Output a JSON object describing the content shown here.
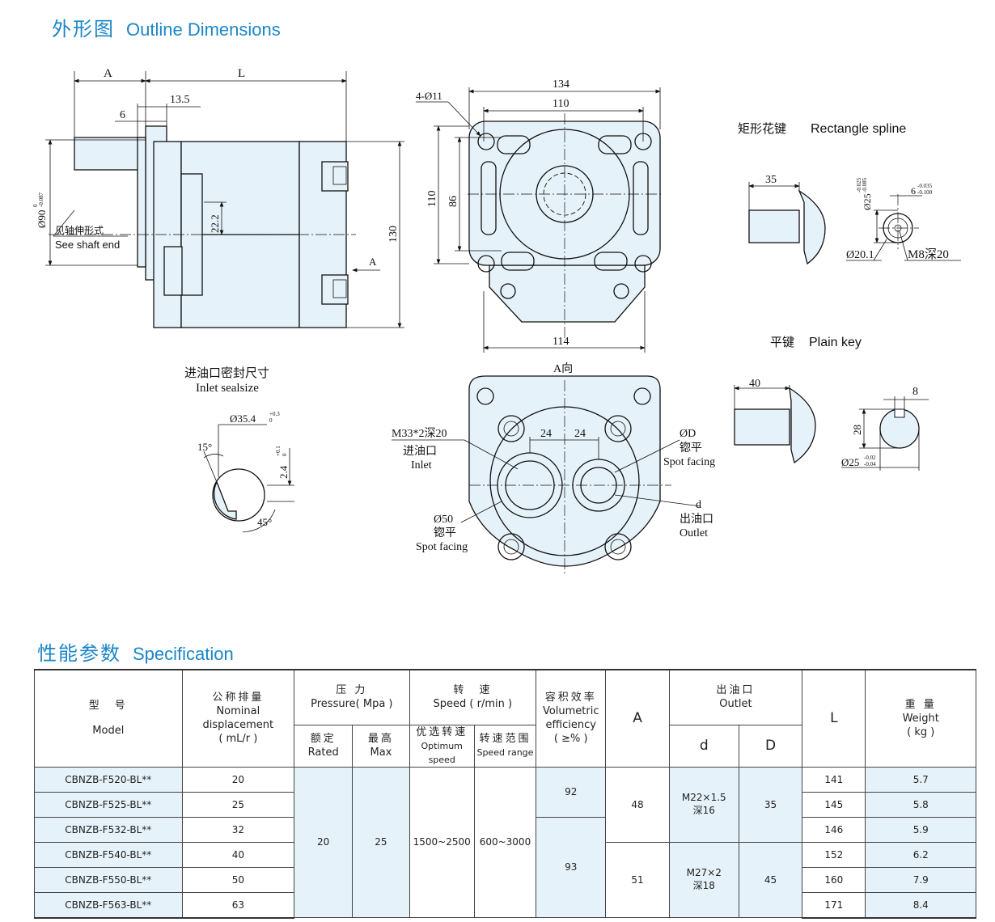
{
  "titles": {
    "outline_cn": "外形图",
    "outline_en": "Outline Dimensions",
    "spec_cn": "性能参数",
    "spec_en": "Specification"
  },
  "drawing": {
    "side_view": {
      "dim_A": "A",
      "dim_L": "L",
      "dim_13_5": "13.5",
      "dim_6": "6",
      "dim_dia90": "Ø90",
      "dim_dia90_tol_up": "0",
      "dim_dia90_tol_down": "-0.087",
      "dim_22_2": "22.2",
      "dim_130": "130",
      "shaft_note_cn": "见轴伸形式",
      "shaft_note_en": "See shaft end",
      "arrow_label": "A"
    },
    "front_view": {
      "dim_134": "134",
      "dim_110_top": "110",
      "holes": "4-Ø11",
      "dim_110_left": "110",
      "dim_86": "86",
      "dim_114": "114"
    },
    "rect_spline": {
      "title_cn": "矩形花键",
      "title_en": "Rectangle spline",
      "dim_35": "35",
      "dim_dia25": "Ø25",
      "dim_dia25_tol_up": "-0.025",
      "dim_dia25_tol_down": "-0.085",
      "dim_6": "6",
      "dim_6_tol_up": "-0.035",
      "dim_6_tol_down": "-0.100",
      "dim_dia20_1": "Ø20.1",
      "dim_m8": "M8深20"
    },
    "plain_key": {
      "title_cn": "平键",
      "title_en": "Plain key",
      "dim_40": "40",
      "dim_8": "8",
      "dim_28": "28",
      "dim_dia25": "Ø25",
      "dim_dia25_tol_up": "-0.02",
      "dim_dia25_tol_down": "-0.04"
    },
    "inlet_seal": {
      "title_cn": "进油口密封尺寸",
      "title_en": "Inlet sealsize",
      "dim_dia35_4": "Ø35.4",
      "dim_dia35_4_tol_up": "+0.3",
      "dim_dia35_4_tol_down": "0",
      "dim_2_4": "2.4",
      "dim_2_4_tol_up": "+0.1",
      "dim_2_4_tol_down": "0",
      "angle_15": "15°",
      "angle_45": "45°"
    },
    "a_view": {
      "title": "A向",
      "inlet_thread": "M33*2深20",
      "inlet_cn": "进油口",
      "inlet_en": "Inlet",
      "dim_24_left": "24",
      "dim_24_right": "24",
      "dia_D": "ØD",
      "spot_cn_r": "锪平",
      "spot_en_r": "Spot facing",
      "d_label": "d",
      "outlet_cn": "出油口",
      "outlet_en": "Outlet",
      "dia_50": "Ø50",
      "spot_cn_l": "锪平",
      "spot_en_l": "Spot facing"
    }
  },
  "spec": {
    "headers": {
      "model_cn": "型　号",
      "model_en": "Model",
      "disp_cn": "公称排量",
      "disp_en1": "Nominal",
      "disp_en2": "displacement",
      "disp_unit": "( mL/r )",
      "pressure_cn": "压 力",
      "pressure_en": "Pressure( Mpa )",
      "rated_cn": "额定",
      "rated_en": "Rated",
      "max_cn": "最高",
      "max_en": "Max",
      "speed_cn": "转　速",
      "speed_en": "Speed ( r/min )",
      "opt_cn": "优选转速",
      "opt_en": "Optimum speed",
      "range_cn": "转速范围",
      "range_en": "Speed range",
      "eff_cn": "容积效率",
      "eff_en1": "Volumetric",
      "eff_en2": "efficiency",
      "eff_unit": "( ≥% )",
      "A": "A",
      "outlet_cn": "出油口",
      "outlet_en": "Outlet",
      "d": "d",
      "D": "D",
      "L": "L",
      "weight_cn": "重 量",
      "weight_en": "Weight",
      "weight_unit": "( kg )"
    },
    "rows": [
      {
        "model": "CBNZB-F520-BL**",
        "disp": "20",
        "L": "141",
        "weight": "5.7"
      },
      {
        "model": "CBNZB-F525-BL**",
        "disp": "25",
        "L": "145",
        "weight": "5.8"
      },
      {
        "model": "CBNZB-F532-BL**",
        "disp": "32",
        "L": "146",
        "weight": "5.9"
      },
      {
        "model": "CBNZB-F540-BL**",
        "disp": "40",
        "L": "152",
        "weight": "6.2"
      },
      {
        "model": "CBNZB-F550-BL**",
        "disp": "50",
        "L": "160",
        "weight": "7.9"
      },
      {
        "model": "CBNZB-F563-BL**",
        "disp": "63",
        "L": "171",
        "weight": "8.4"
      }
    ],
    "merged": {
      "rated": "20",
      "max": "25",
      "opt_speed": "1500~2500",
      "speed_range": "600~3000",
      "eff_1": "92",
      "eff_2": "93",
      "A_1": "48",
      "A_2": "51",
      "d_1a": "M22×1.5",
      "d_1b": "深16",
      "d_2a": "M27×2",
      "d_2b": "深18",
      "D_1": "35",
      "D_2": "45"
    }
  }
}
